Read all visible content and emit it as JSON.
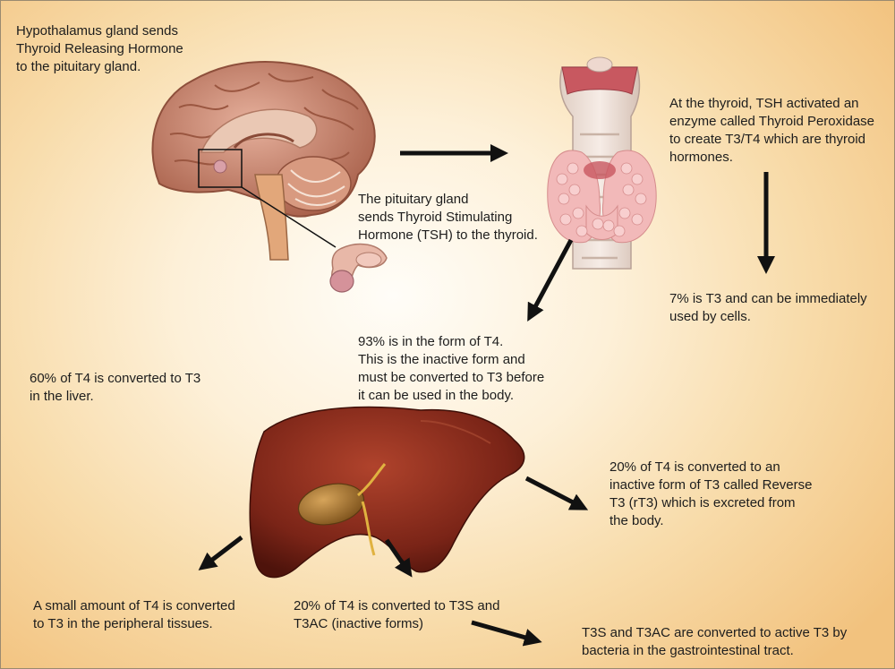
{
  "notes": {
    "hypothalamus": "Hypothalamus gland sends\nThyroid Releasing Hormone\nto the pituitary gland.",
    "pituitary": "The pituitary gland\nsends Thyroid Stimulating\nHormone (TSH) to the thyroid.",
    "thyroid": "At the thyroid, TSH activated an\nenzyme called Thyroid Peroxidase\nto create T3/T4 which are thyroid\nhormones.",
    "t3_7pct": "7% is T3 and can be immediately\nused by cells.",
    "t4_93pct": "93% is in the form of  T4.\nThis is the inactive form and\nmust be converted to T3 before\nit can be used in the body.",
    "liver_60pct": "60% of T4 is converted to T3\nin the liver.",
    "reverse_t3": "20% of T4 is converted to an\ninactive form of T3 called Reverse\nT3 (rT3) which is excreted from\nthe body.",
    "peripheral": "A small amount of T4 is converted\nto T3 in the peripheral tissues.",
    "t3s_t3ac": "20% of T4 is converted to T3S and\nT3AC (inactive forms)",
    "gi_tract": "T3S and T3AC are converted to active T3 by\nbacteria in the gastrointestinal tract."
  },
  "colors": {
    "brain": "#c98a74",
    "thyroid_lobes": "#f2b9b9",
    "liver": "#7a2417",
    "gallbladder": "#b07a2e",
    "arrow": "#111111"
  },
  "icons": [
    "brain-illustration",
    "pituitary-illustration",
    "thyroid-illustration",
    "liver-illustration"
  ]
}
